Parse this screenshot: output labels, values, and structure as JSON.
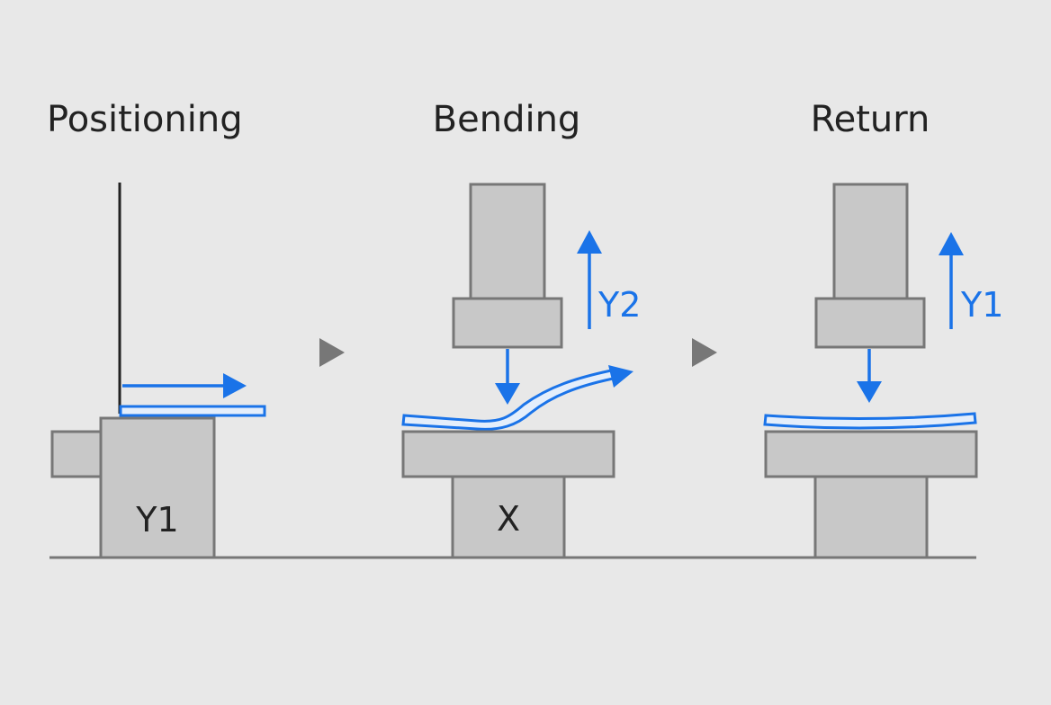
{
  "colors": {
    "background": "#e8e8e8",
    "block_fill": "#c8c8c8",
    "block_stroke": "#777777",
    "accent_blue": "#1a73e8",
    "sheet_fill": "#e4eefb",
    "text": "#222222",
    "arrow_gray": "#777777"
  },
  "stages": [
    {
      "title": "Positioning",
      "base_label": "Y1",
      "motion_label": ""
    },
    {
      "title": "Bending",
      "base_label": "X",
      "motion_label": "Y2"
    },
    {
      "title": "Return",
      "base_label": "",
      "motion_label": "Y1"
    }
  ],
  "icons": [
    "triangle-arrow-icon",
    "triangle-arrow-icon"
  ]
}
